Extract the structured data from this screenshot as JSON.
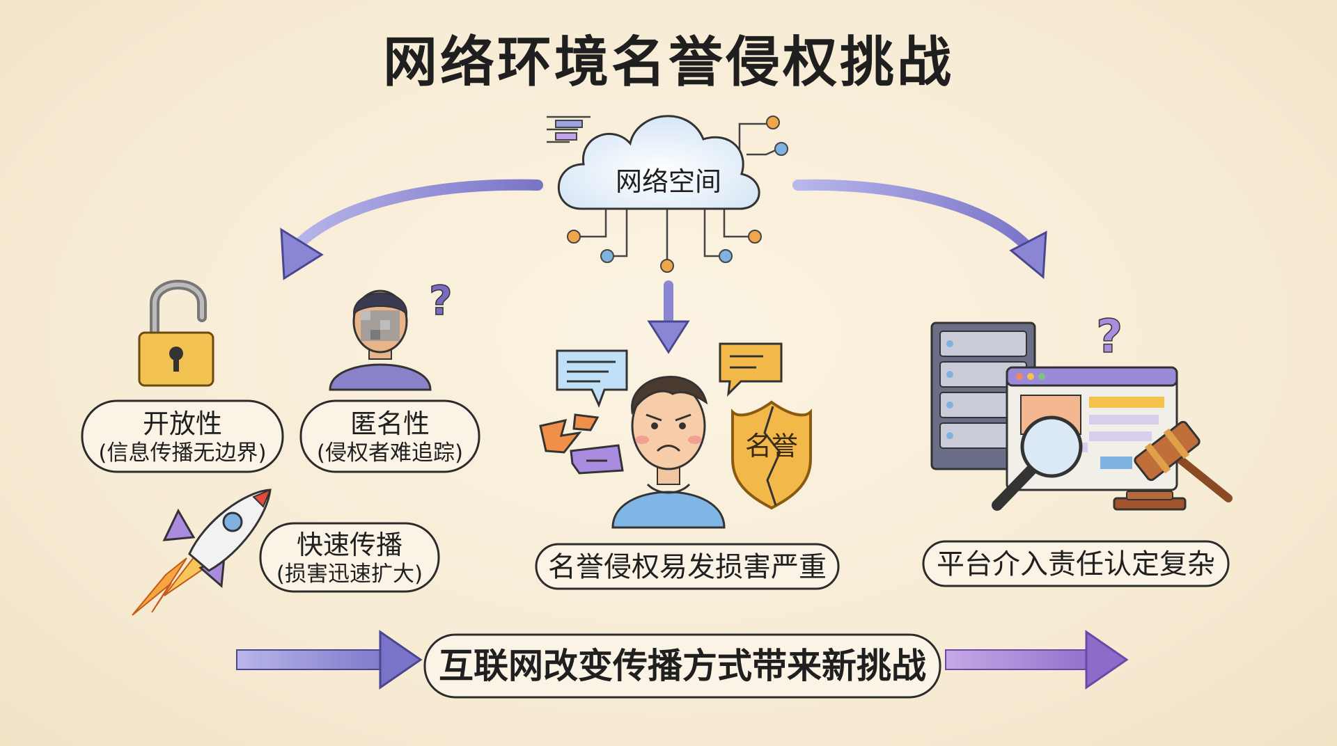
{
  "title": "网络环境名誉侵权挑战",
  "center": {
    "label": "网络空间"
  },
  "left_features": [
    {
      "title": "开放性",
      "detail": "(信息传播无边界)",
      "icon": "open-padlock-icon"
    },
    {
      "title": "匿名性",
      "detail": "(侵权者难追踪)",
      "icon": "anonymous-person-icon"
    },
    {
      "title": "快速传播",
      "detail": "(损害迅速扩大)",
      "icon": "rocket-icon"
    }
  ],
  "middle": {
    "label": "名誉侵权易发损害严重",
    "shield_text": "名誉",
    "icon": "worried-person-icon"
  },
  "right": {
    "label": "平台介入责任认定复杂",
    "icon": "server-and-gavel-icon"
  },
  "bottom": {
    "label": "互联网改变传播方式带来新挑战"
  },
  "colors": {
    "arrow_purple": "#8a86d4",
    "accent_orange": "#f0a64a",
    "accent_blue": "#7fb2e0",
    "lock_gold": "#f1c252",
    "shirt_blue": "#7fb6e6",
    "bubble_purple": "#a98ce0"
  }
}
